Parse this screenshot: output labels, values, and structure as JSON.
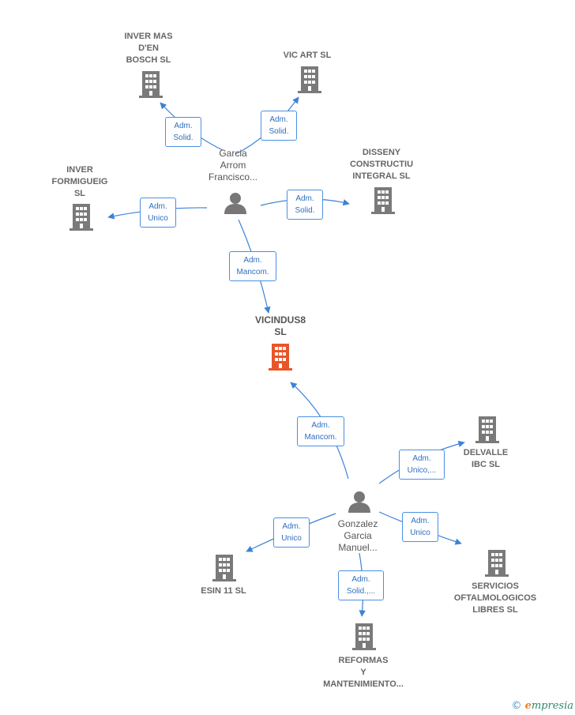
{
  "colors": {
    "edge": "#3c82d6",
    "building": "#7a7a7a",
    "building_highlight": "#e8552a",
    "person": "#777777"
  },
  "center": {
    "name": "VICINDUS8\nSL",
    "icon": "building-icon"
  },
  "persons": [
    {
      "id": "p1",
      "name": "Garcia\nArrom\nFrancisco...",
      "icon": "person-icon"
    },
    {
      "id": "p2",
      "name": "Gonzalez\nGarcia\nManuel...",
      "icon": "person-icon"
    }
  ],
  "companies": [
    {
      "id": "c1",
      "name": "INVER MAS\nD'EN\nBOSCH  SL"
    },
    {
      "id": "c2",
      "name": "VIC ART SL"
    },
    {
      "id": "c3",
      "name": "DISSENY\nCONSTRUCTIU\nINTEGRAL  SL"
    },
    {
      "id": "c4",
      "name": "INVER\nFORMIGUEIG\nSL"
    },
    {
      "id": "c5",
      "name": "DELVALLE\nIBC  SL"
    },
    {
      "id": "c6",
      "name": "SERVICIOS\nOFTALMOLOGICOS\nLIBRES  SL"
    },
    {
      "id": "c7",
      "name": "ESIN 11 SL"
    },
    {
      "id": "c8",
      "name": "REFORMAS\nY\nMANTENIMIENTO..."
    }
  ],
  "edges": [
    {
      "id": "e1",
      "label": "Adm.\nSolid."
    },
    {
      "id": "e2",
      "label": "Adm.\nSolid."
    },
    {
      "id": "e3",
      "label": "Adm.\nSolid."
    },
    {
      "id": "e4",
      "label": "Adm.\nUnico"
    },
    {
      "id": "e5",
      "label": "Adm.\nMancom."
    },
    {
      "id": "e6",
      "label": "Adm.\nMancom."
    },
    {
      "id": "e7",
      "label": "Adm.\nUnico,..."
    },
    {
      "id": "e8",
      "label": "Adm.\nUnico"
    },
    {
      "id": "e9",
      "label": "Adm.\nUnico"
    },
    {
      "id": "e10",
      "label": "Adm.\nSolid.,..."
    }
  ],
  "brand": {
    "copyright": "©",
    "initial": "e",
    "rest": "mpresia"
  }
}
